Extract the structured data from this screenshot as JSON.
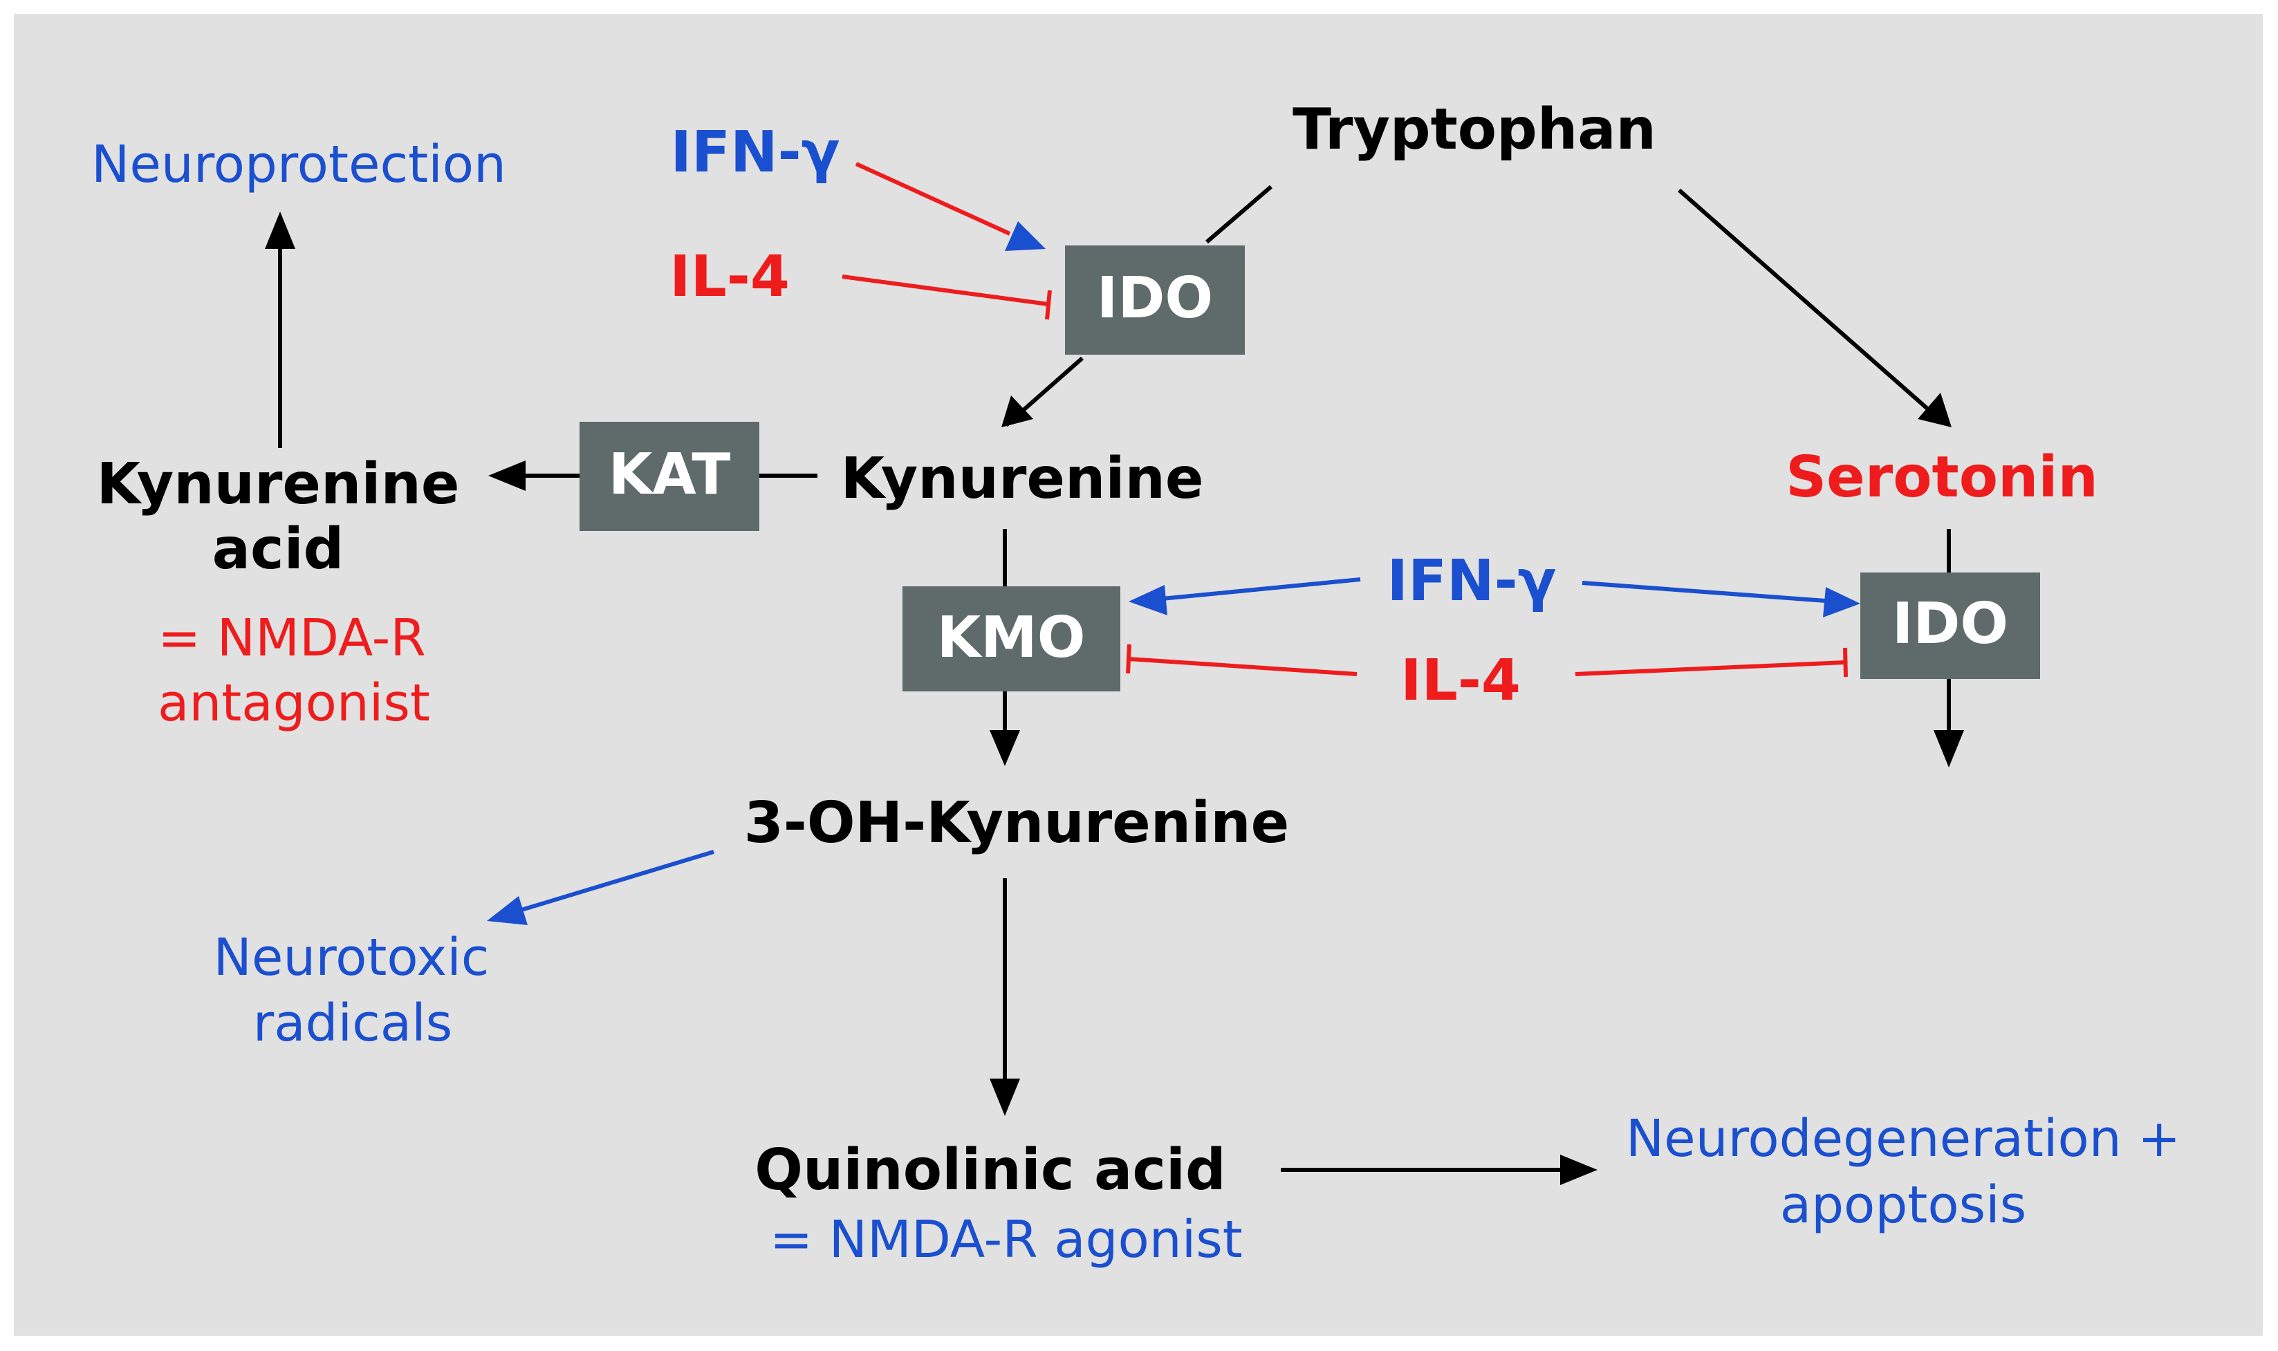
{
  "nodes": {
    "tryptophan": "Tryptophan",
    "kynurenine": "Kynurenine",
    "kynurenine_acid_line1": "Kynurenine",
    "kynurenine_acid_line2": "acid",
    "serotonin": "Serotonin",
    "oh_kynurenine": "3-OH-Kynurenine",
    "quinolinic_acid": "Quinolinic acid"
  },
  "enzymes": {
    "ido_top": "IDO",
    "kat": "KAT",
    "kmo": "KMO",
    "ido_right": "IDO"
  },
  "regulators": {
    "ifn_top": "IFN-γ",
    "il4_top": "IL-4",
    "ifn_mid": "IFN-γ",
    "il4_mid": "IL-4"
  },
  "annotations": {
    "neuroprotection": "Neuroprotection",
    "nmda_antagonist_line1": "= NMDA-R",
    "nmda_antagonist_line2": "antagonist",
    "neurotoxic_line1": "Neurotoxic",
    "neurotoxic_line2": "radicals",
    "nmda_agonist": "= NMDA-R agonist",
    "neurodegeneration_line1": "Neurodegeneration +",
    "neurodegeneration_line2": "apoptosis"
  },
  "colors": {
    "background": "#e1e1e1",
    "enzyme_box": "#5f6b6b",
    "black": "#000000",
    "red": "#ee1c1c",
    "blue": "#1a4fcf"
  }
}
